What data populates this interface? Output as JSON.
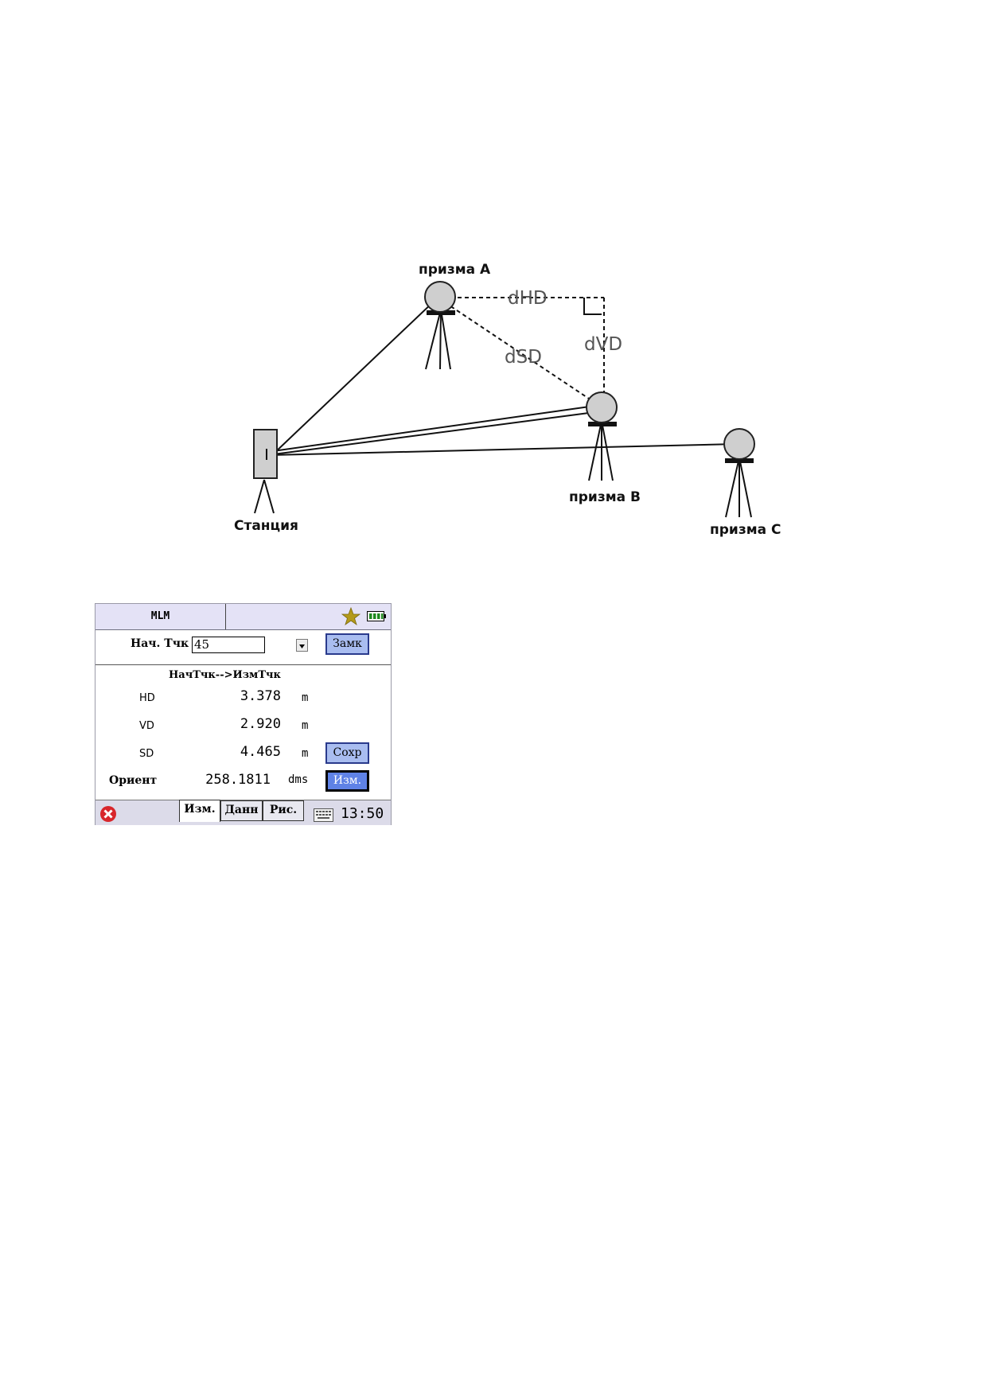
{
  "diagram": {
    "labels": {
      "prism_a": "призма А",
      "prism_b": "призма В",
      "prism_c": "призма С",
      "station": "Станция",
      "dhd": "dHD",
      "dvd": "dVD",
      "dsd": "dSD"
    }
  },
  "screen": {
    "title": "MLM",
    "start_point": {
      "label": "Нач. Тчк",
      "value": "45"
    },
    "lock_button": "Замк",
    "subheader": "НачТчк-->ИзмТчк",
    "measurements": [
      {
        "label": "HD",
        "value": "3.378",
        "unit": "m"
      },
      {
        "label": "VD",
        "value": "2.920",
        "unit": "m"
      },
      {
        "label": "SD",
        "value": "4.465",
        "unit": "m"
      },
      {
        "label": "Ориент",
        "value": "258.1811",
        "unit": "dms"
      }
    ],
    "save_button": "Сохр",
    "measure_button": "Изм.",
    "tabs": [
      {
        "label": "Изм.",
        "active": true
      },
      {
        "label": "Данн",
        "active": false
      },
      {
        "label": "Рис.",
        "active": false
      }
    ],
    "clock": "13:50"
  }
}
